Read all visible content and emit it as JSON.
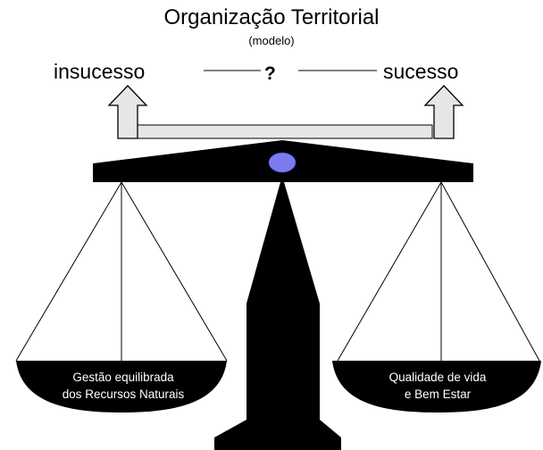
{
  "title": "Organização Territorial",
  "subtitle": "(modelo)",
  "left_label": "insucesso",
  "right_label": "sucesso",
  "question_mark": "?",
  "left_pan": {
    "line1": "Gestão equilibrada",
    "line2": "dos Recursos Naturais"
  },
  "right_pan": {
    "line1": "Qualidade de vida",
    "line2": "e Bem Estar"
  },
  "colors": {
    "scale": "#000000",
    "pivot": "#7b7bf0",
    "arrows": "#e6e6e6",
    "background": "#ffffff"
  }
}
